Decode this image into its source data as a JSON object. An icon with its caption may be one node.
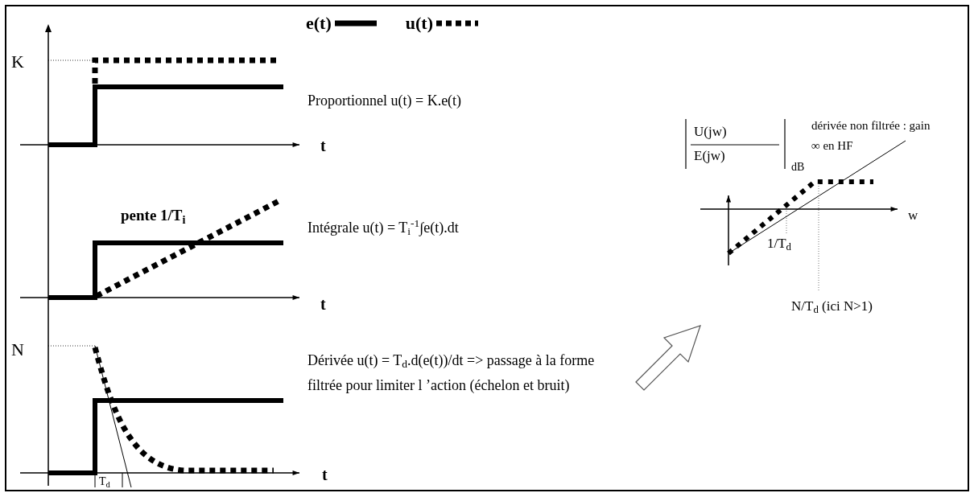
{
  "diagram": {
    "labels": [
      "K",
      "Proportionnel u(t) = K.e(t)",
      "t",
      "pente 1/T$_{i}$",
      "Intégrale u(t) = T$_{i}$$^{-1}$∫e(t).dt",
      "t",
      "N",
      "Dérivée u(t) = T$_{d}$.d(e(t))/dt => passage à la forme filtrée pour limiter l ’action (échelon et bruit)",
      "t",
      "T$_{d}$",
      "U(jw)",
      "E(jw)",
      "dB",
      "dérivée non filtrée : gain ∞ en HF",
      "w",
      "1/T$_{d}$",
      "N/T$_{d}$ (ici N>1)"
    ],
    "legend": [
      {
        "text": "e(t)"
      },
      {
        "text": "u(t)"
      }
    ]
  }
}
